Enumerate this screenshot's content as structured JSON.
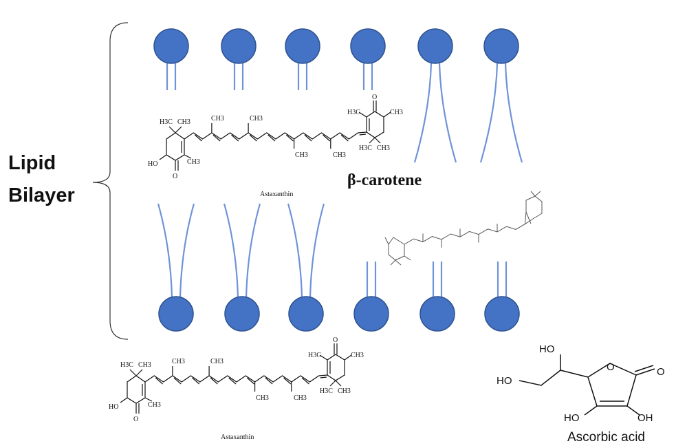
{
  "labels": {
    "lipid_line1": "Lipid",
    "lipid_line2": "Bilayer"
  },
  "colors": {
    "head": "#4472c4",
    "head_stroke": "#2f528f",
    "tail": "#6f93d8",
    "bond": "#111111",
    "carotene": "#555555"
  },
  "astaxanthin": {
    "name": "Astaxanthin",
    "atoms": {
      "h3c": "H3C",
      "ch3": "CH3",
      "ho": "HO",
      "o": "O"
    }
  },
  "beta_carotene": {
    "name": "β-carotene"
  },
  "ascorbic_acid": {
    "name": "Ascorbic acid",
    "atoms": {
      "ho": "HO",
      "oh": "OH",
      "o": "O"
    }
  }
}
